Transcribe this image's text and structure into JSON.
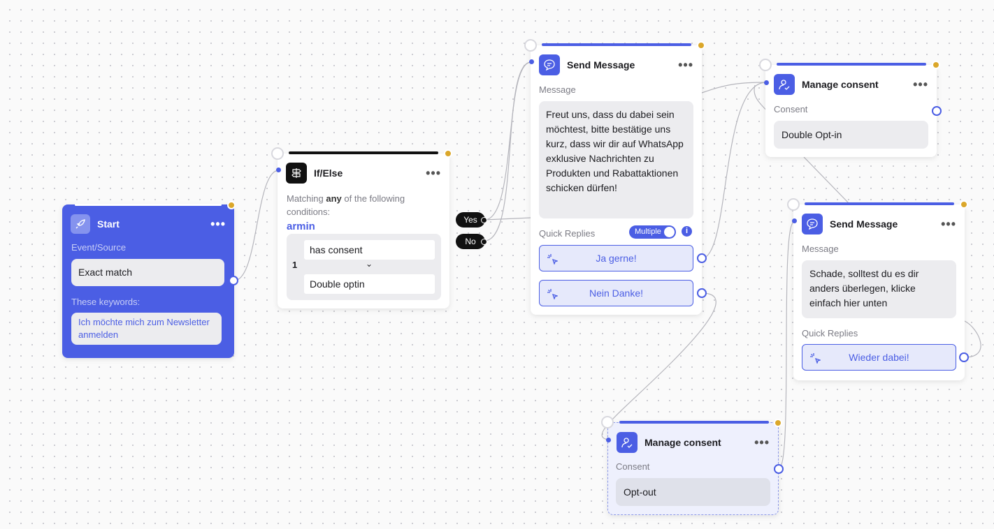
{
  "start": {
    "title": "Start",
    "event_label": "Event/Source",
    "event_value": "Exact match",
    "keywords_label": "These keywords:",
    "keyword": "Ich möchte mich zum Newsletter anmelden",
    "menu": "•••"
  },
  "ifelse": {
    "title": "If/Else",
    "matching_pre": "Matching ",
    "matching_bold": "any",
    "matching_post": " of the following conditions:",
    "variable": "armin",
    "row_index": "1",
    "condition": "has consent",
    "value": "Double optin",
    "chevron": "⌄",
    "menu": "•••"
  },
  "branches": {
    "yes": "Yes",
    "no": "No"
  },
  "send1": {
    "title": "Send Message",
    "message_label": "Message",
    "message": "Freut uns, dass du dabei sein möchtest, bitte bestätige uns kurz, dass wir dir auf WhatsApp exklusive Nachrichten zu Produkten und Rabattaktionen schicken dürfen!",
    "quick_replies_label": "Quick Replies",
    "multiple_label": "Multiple",
    "info": "i",
    "replies": [
      "Ja gerne!",
      "Nein Danke!"
    ],
    "menu": "•••"
  },
  "consent1": {
    "title": "Manage consent",
    "consent_label": "Consent",
    "consent_value": "Double Opt-in",
    "menu": "•••"
  },
  "send2": {
    "title": "Send Message",
    "message_label": "Message",
    "message": "Schade, solltest du es dir anders überlegen, klicke einfach hier unten",
    "quick_replies_label": "Quick Replies",
    "reply": "Wieder dabei!",
    "menu": "•••"
  },
  "consent2": {
    "title": "Manage consent",
    "consent_label": "Consent",
    "consent_value": "Opt-out",
    "menu": "•••"
  },
  "colors": {
    "accent": "#4b5ee4",
    "gold": "#dba72a",
    "canvas": "#fafafa",
    "box": "#ececef"
  }
}
